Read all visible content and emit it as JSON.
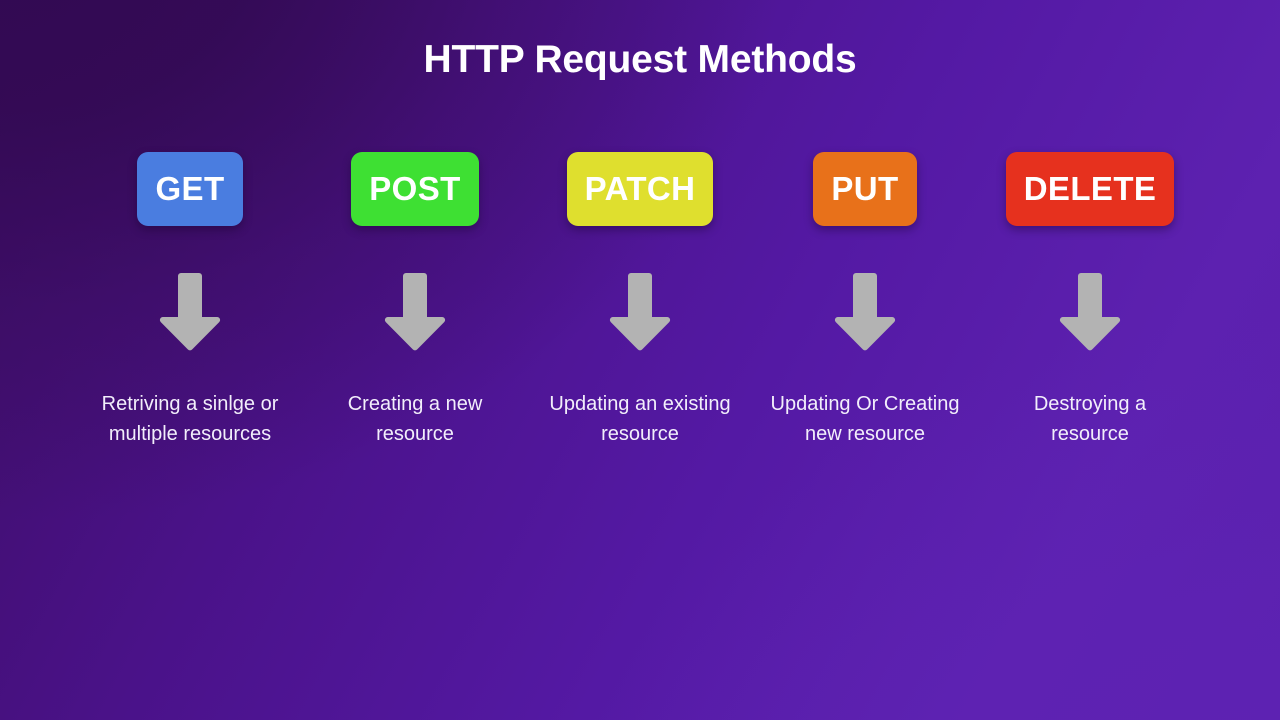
{
  "slide": {
    "title": "HTTP Request Methods",
    "background": {
      "top_left_color": "#390a5c",
      "top_right_color": "#5a18ae",
      "bottom_left_color": "#5a1aa8",
      "bottom_right_color": "#5a1fac"
    },
    "arrow_color": "#b3b3b3",
    "caption_color": "#f2eefb",
    "methods": [
      {
        "name": "GET",
        "color": "#4a7de0",
        "text_color": "#ffffff",
        "description": "Retriving a sinlge or multiple resources"
      },
      {
        "name": "POST",
        "color": "#3ee033",
        "text_color": "#ffffff",
        "description": "Creating a new resource"
      },
      {
        "name": "PATCH",
        "color": "#dfdf2e",
        "text_color": "#ffffff",
        "description": "Updating an existing resource"
      },
      {
        "name": "PUT",
        "color": "#e8711a",
        "text_color": "#ffffff",
        "description": "Updating Or Creating new resource"
      },
      {
        "name": "DELETE",
        "color": "#e6311e",
        "text_color": "#ffffff",
        "description": "Destroying a resource"
      }
    ]
  }
}
